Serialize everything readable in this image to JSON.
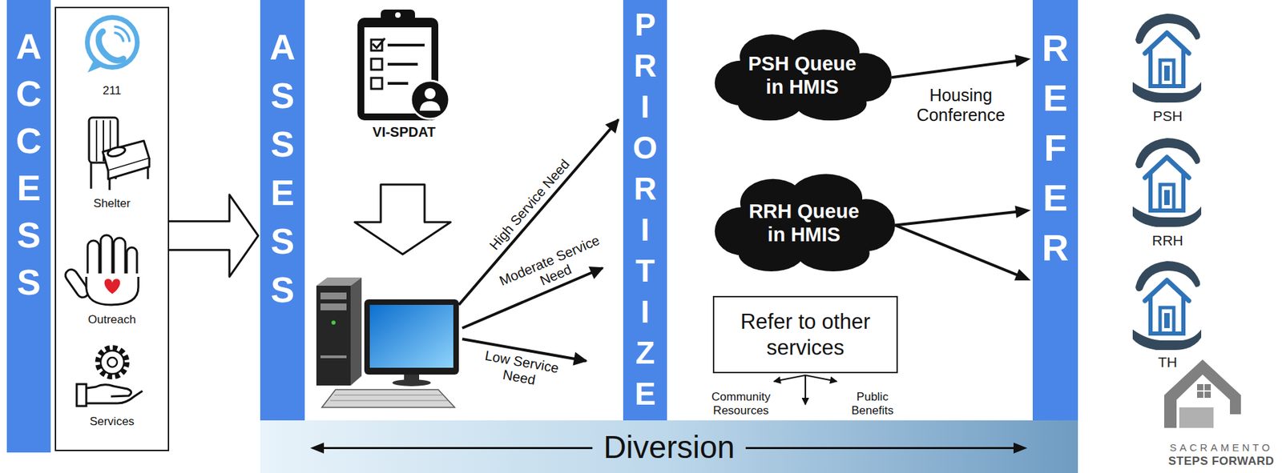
{
  "diagram": {
    "nodes": [
      {
        "text": [
          "ACCESS"
        ]
      },
      {
        "text": [
          "211",
          "Shelter",
          "Outreach",
          "Services"
        ]
      },
      {
        "text": [
          "ASSESS"
        ]
      },
      {
        "text": [
          "PRIORITIZE"
        ]
      },
      {
        "text": [
          "PSH Queue in HMIS"
        ]
      },
      {
        "text": [
          "RRH Queue in HMIS"
        ]
      },
      {
        "text": [
          "Refer to other services"
        ]
      },
      {
        "text": [
          "REFER"
        ]
      },
      {
        "text": [
          "Diversion"
        ]
      }
    ],
    "edges": [
      {
        "from": 1,
        "to": 2,
        "arrow": "to"
      },
      {
        "from": 4,
        "to": 7,
        "label": "Housing Conference",
        "arrow": "to"
      },
      {
        "from": 5,
        "to": 7,
        "arrow": "to"
      },
      {
        "from": 5,
        "to": 7,
        "arrow": "to"
      }
    ],
    "labels": [
      "VI-SPDAT",
      "High Service Need",
      "Moderate Service Need",
      "Low Service Need",
      "Community Resources",
      "Public Benefits",
      "PSH",
      "RRH",
      "TH",
      "SACRAMENTO",
      "STEPS FORWARD"
    ]
  }
}
